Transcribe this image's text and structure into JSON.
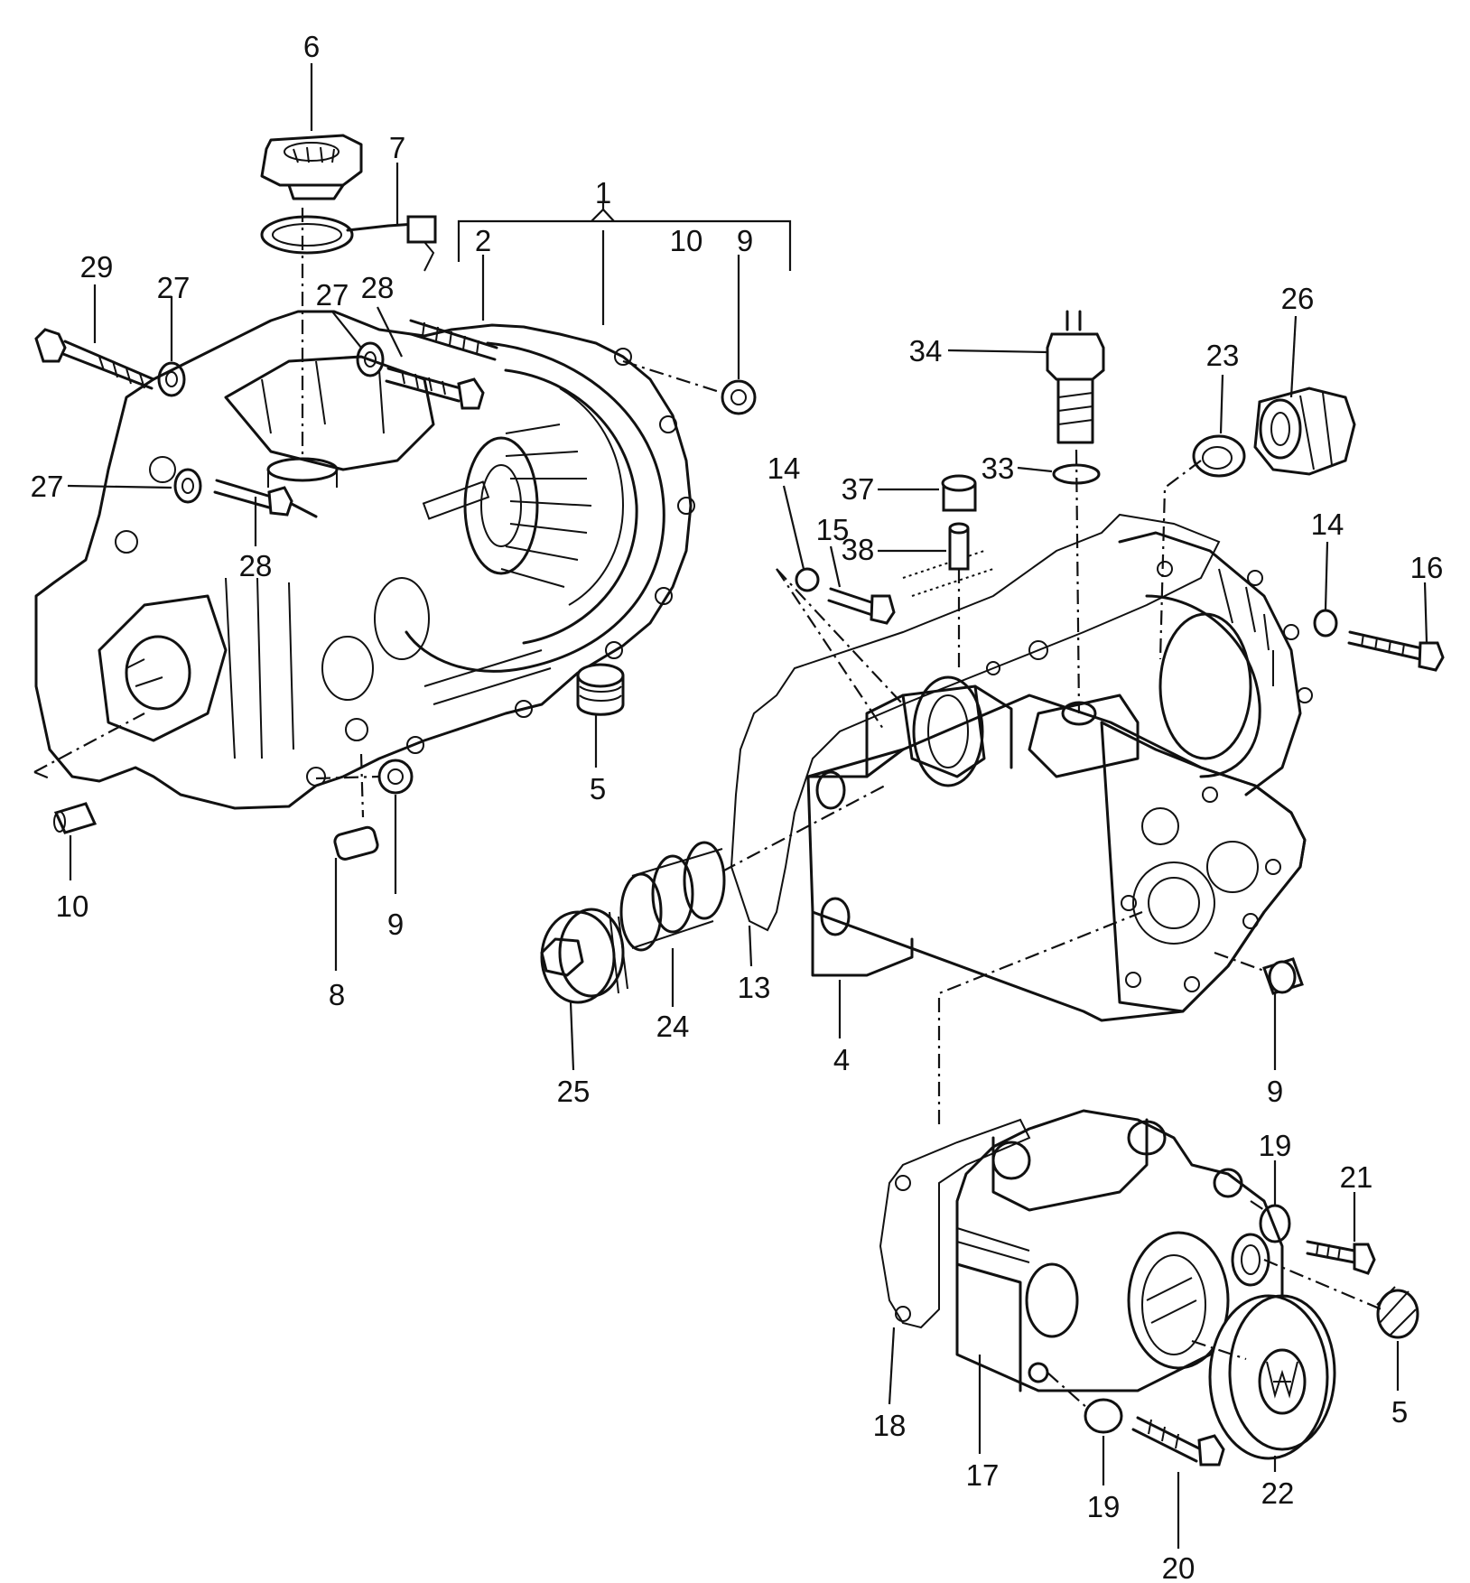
{
  "callouts": [
    {
      "id": "c1",
      "text": "1"
    },
    {
      "id": "c2",
      "text": "2"
    },
    {
      "id": "c10a",
      "text": "10"
    },
    {
      "id": "c9a",
      "text": "9"
    },
    {
      "id": "c6",
      "text": "6"
    },
    {
      "id": "c7",
      "text": "7"
    },
    {
      "id": "c29",
      "text": "29"
    },
    {
      "id": "c27a",
      "text": "27"
    },
    {
      "id": "c27b",
      "text": "27"
    },
    {
      "id": "c28a",
      "text": "28"
    },
    {
      "id": "c27c",
      "text": "27"
    },
    {
      "id": "c28b",
      "text": "28"
    },
    {
      "id": "c5a",
      "text": "5"
    },
    {
      "id": "c10b",
      "text": "10"
    },
    {
      "id": "c8",
      "text": "8"
    },
    {
      "id": "c9b",
      "text": "9"
    },
    {
      "id": "c34",
      "text": "34"
    },
    {
      "id": "c33",
      "text": "33"
    },
    {
      "id": "c37",
      "text": "37"
    },
    {
      "id": "c38",
      "text": "38"
    },
    {
      "id": "c14a",
      "text": "14"
    },
    {
      "id": "c15",
      "text": "15"
    },
    {
      "id": "c23",
      "text": "23"
    },
    {
      "id": "c26",
      "text": "26"
    },
    {
      "id": "c14b",
      "text": "14"
    },
    {
      "id": "c16",
      "text": "16"
    },
    {
      "id": "c13",
      "text": "13"
    },
    {
      "id": "c4",
      "text": "4"
    },
    {
      "id": "c24",
      "text": "24"
    },
    {
      "id": "c25",
      "text": "25"
    },
    {
      "id": "c9c",
      "text": "9"
    },
    {
      "id": "c19a",
      "text": "19"
    },
    {
      "id": "c21",
      "text": "21"
    },
    {
      "id": "c5b",
      "text": "5"
    },
    {
      "id": "c18",
      "text": "18"
    },
    {
      "id": "c17",
      "text": "17"
    },
    {
      "id": "c19b",
      "text": "19"
    },
    {
      "id": "c22",
      "text": "22"
    },
    {
      "id": "c20",
      "text": "20"
    }
  ]
}
